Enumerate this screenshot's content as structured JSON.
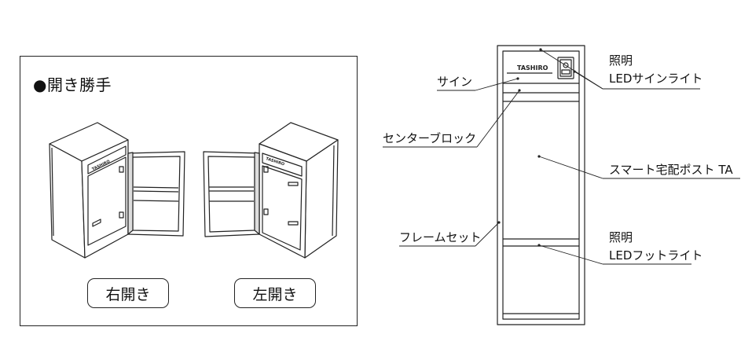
{
  "opening": {
    "title": "●開き勝手",
    "right_label": "右開き",
    "left_label": "左開き",
    "cabinet_brand": "TASHIRO"
  },
  "front": {
    "brand": "TASHIRO",
    "labels": {
      "sign": "サイン",
      "center_block": "センターブロック",
      "frame_set": "フレームセット",
      "lighting_top": "照明",
      "led_sign_light": "LEDサインライト",
      "smart_post": "スマート宅配ポスト TA",
      "lighting_bottom": "照明",
      "led_foot_light": "LEDフットライト"
    }
  }
}
